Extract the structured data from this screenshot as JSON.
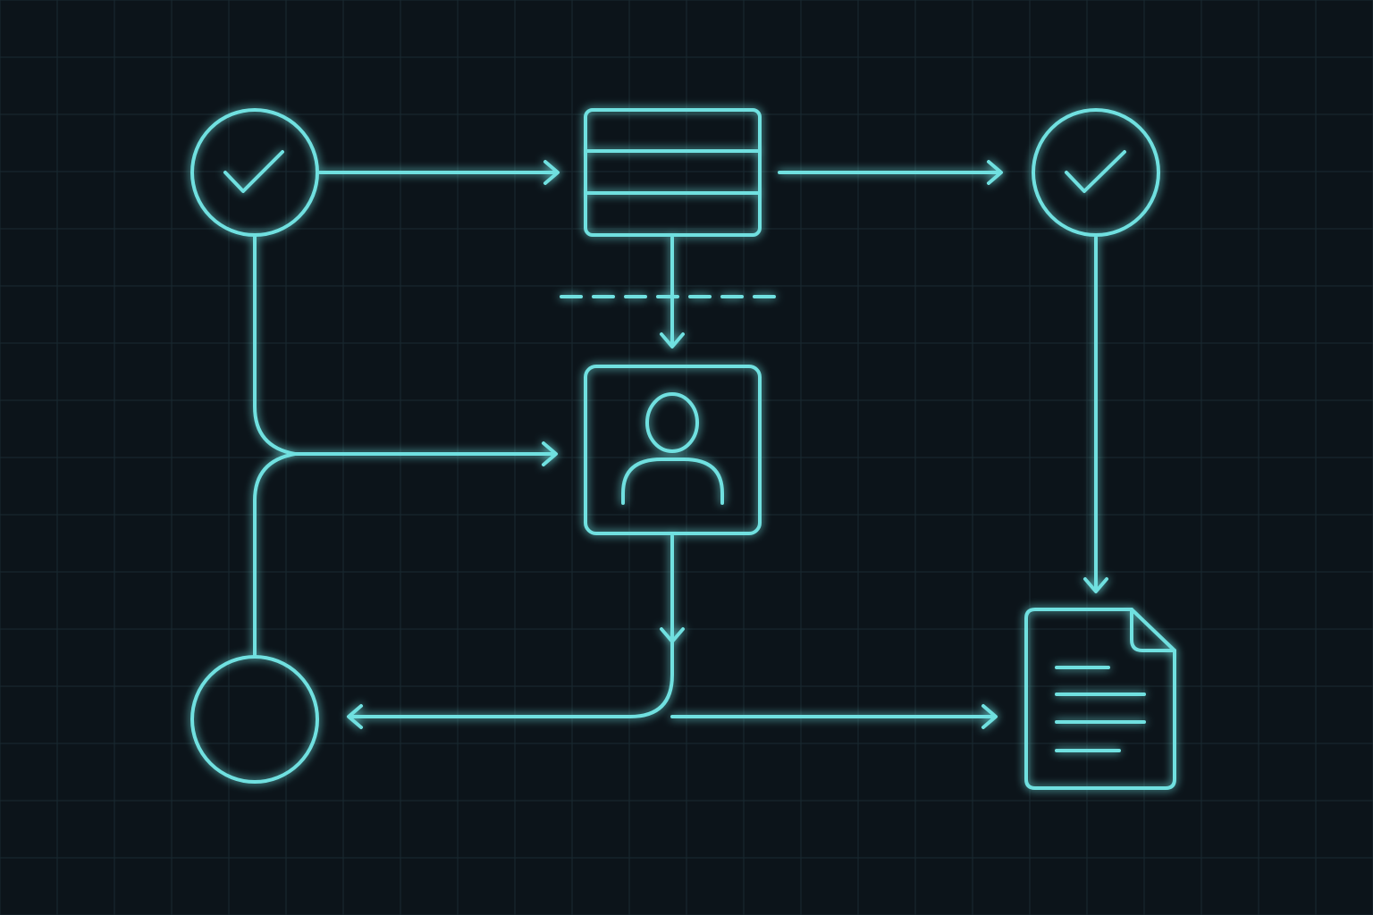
{
  "theme": {
    "background": "#0c141a",
    "grid": "#1a2a31",
    "accent": "#6fe0e0",
    "glow": "#2fbfc4"
  },
  "nodes": [
    {
      "id": "check-start",
      "icon": "check-circle-icon"
    },
    {
      "id": "table",
      "icon": "table-icon"
    },
    {
      "id": "check-end",
      "icon": "check-circle-icon"
    },
    {
      "id": "user",
      "icon": "user-icon"
    },
    {
      "id": "circle",
      "icon": "circle-icon"
    },
    {
      "id": "document",
      "icon": "document-icon"
    }
  ],
  "edges": [
    {
      "from": "check-start",
      "to": "table"
    },
    {
      "from": "table",
      "to": "check-end"
    },
    {
      "from": "table",
      "to": "user",
      "style": "dashed-crossing"
    },
    {
      "from": "check-start",
      "to": "user"
    },
    {
      "from": "check-start",
      "to": "circle"
    },
    {
      "from": "check-end",
      "to": "document"
    },
    {
      "from": "user",
      "to": "circle"
    },
    {
      "from": "user",
      "to": "document"
    }
  ]
}
